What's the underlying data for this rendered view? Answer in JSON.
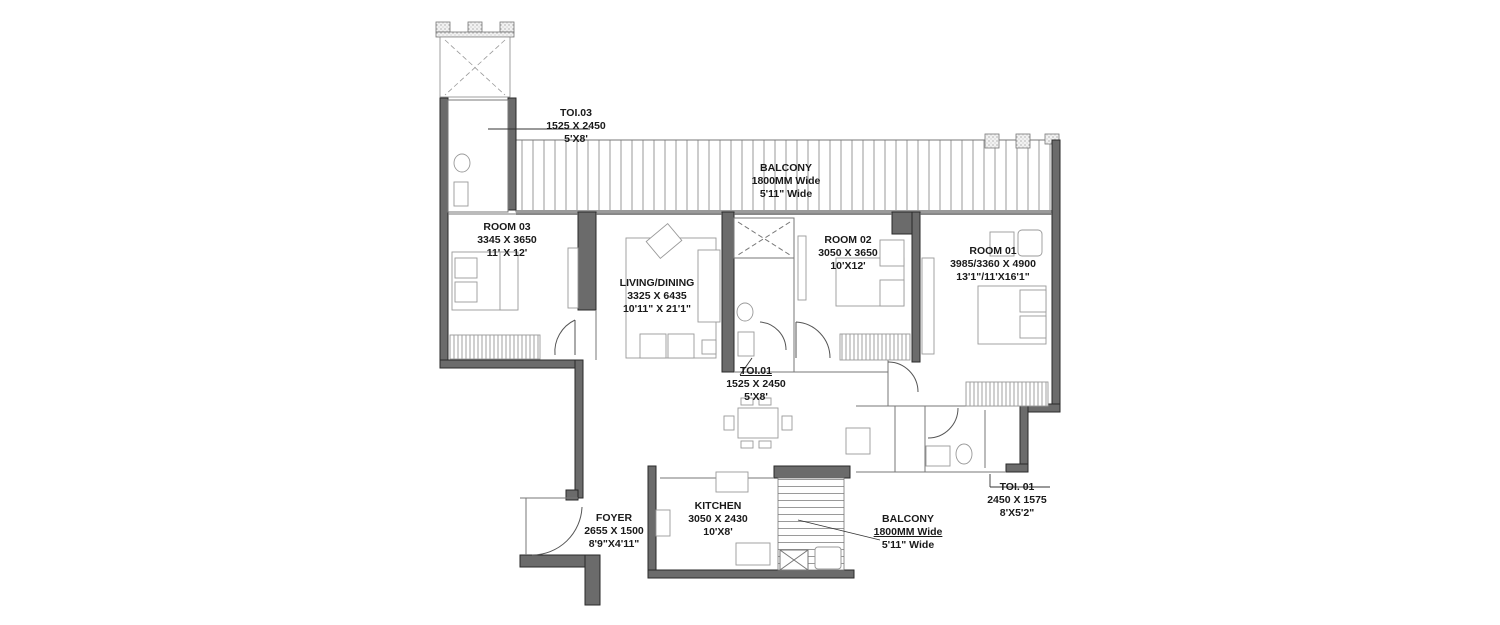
{
  "colors": {
    "wall": "#6b6b6b",
    "wall_outline": "#2a2a2a",
    "line": "#9a9a9a",
    "text": "#1a1a1a",
    "background": "#ffffff"
  },
  "rooms": {
    "toi03": {
      "name": "TOI.03",
      "metric": "1525 X 2450",
      "imperial": "5'X8'"
    },
    "balcony_top": {
      "name": "BALCONY",
      "metric": "1800MM Wide",
      "imperial": "5'11\" Wide"
    },
    "room03": {
      "name": "ROOM 03",
      "metric": "3345 X 3650",
      "imperial": "11' X 12'"
    },
    "living": {
      "name": "LIVING/DINING",
      "metric": "3325 X 6435",
      "imperial": "10'11\" X 21'1\""
    },
    "room02": {
      "name": "ROOM 02",
      "metric": "3050 X 3650",
      "imperial": "10'X12'"
    },
    "room01": {
      "name": "ROOM 01",
      "metric": "3985/3360 X 4900",
      "imperial": "13'1\"/11'X16'1\""
    },
    "toi01_a": {
      "name": "TOI.01",
      "metric": "1525 X 2450",
      "imperial": "5'X8'"
    },
    "toi01_b": {
      "name": "TOI. 01",
      "metric": "2450 X 1575",
      "imperial": "8'X5'2\""
    },
    "kitchen": {
      "name": "KITCHEN",
      "metric": "3050 X 2430",
      "imperial": "10'X8'"
    },
    "foyer": {
      "name": "FOYER",
      "metric": "2655 X 1500",
      "imperial": "8'9\"X4'11\""
    },
    "balcony_bottom": {
      "name": "BALCONY",
      "metric": "1800MM Wide",
      "imperial": "5'11\" Wide"
    }
  }
}
